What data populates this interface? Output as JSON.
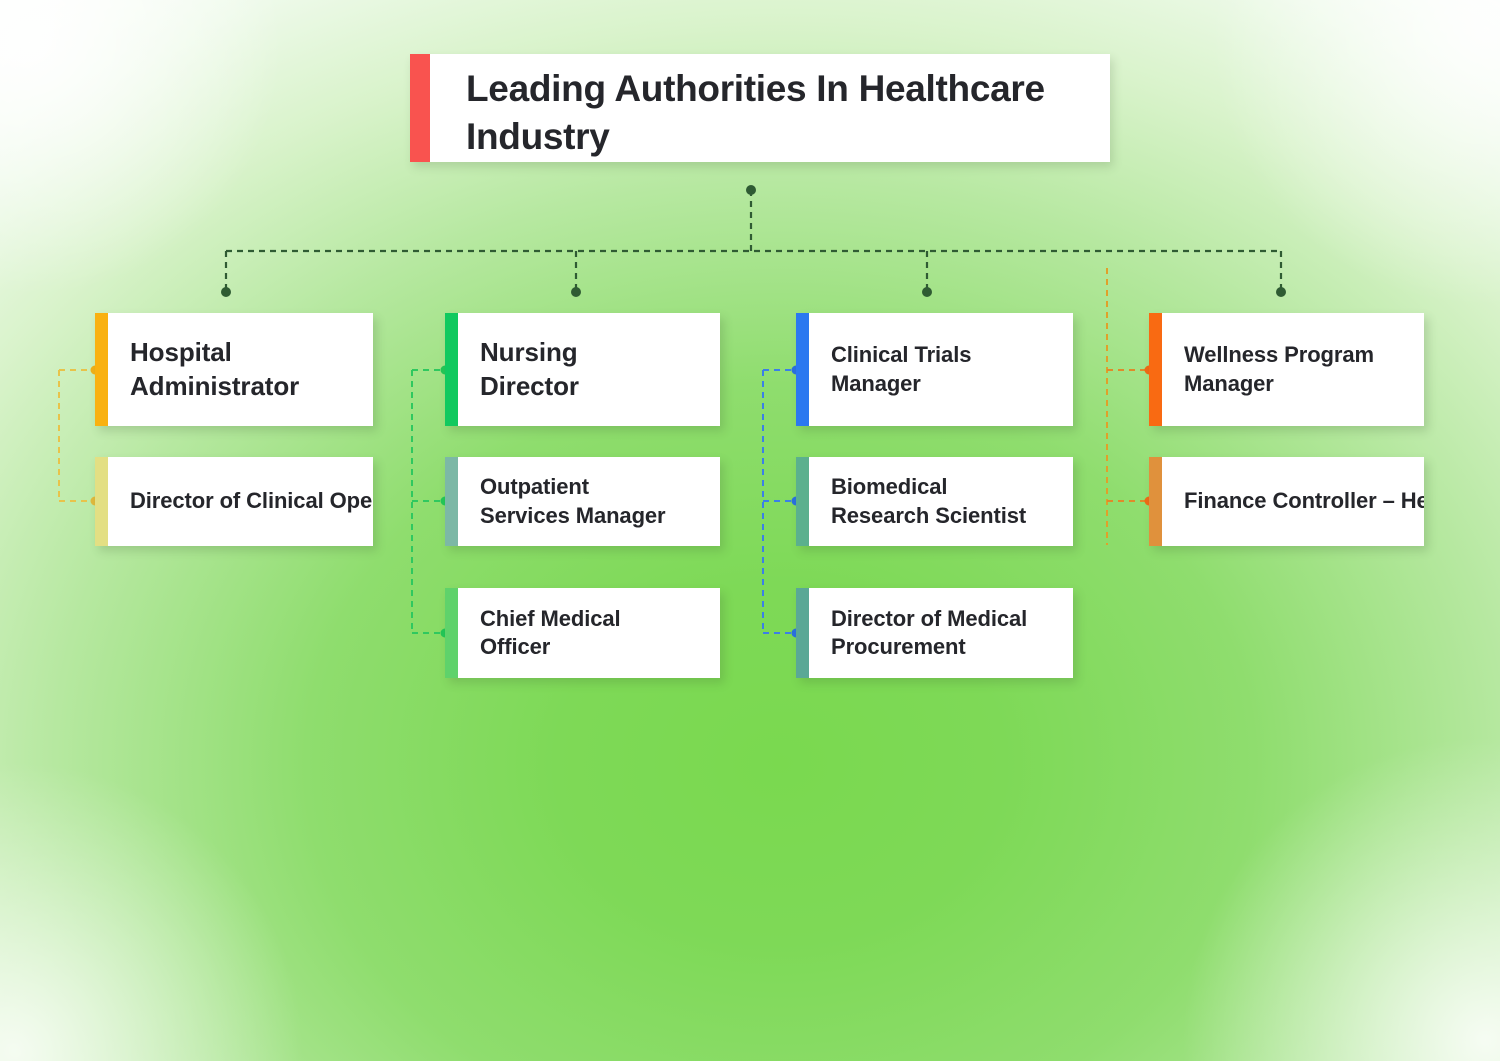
{
  "title": {
    "text": "Leading Authorities In Healthcare Industry",
    "accent_color": "#f9534f"
  },
  "theme": {
    "background_center": "#7ed957",
    "background_edge": "#fbfefb",
    "card_background": "#ffffff",
    "text_color": "#25262b"
  },
  "columns": [
    {
      "id": "column-1",
      "connector_color": "#e8c34a",
      "nodes": [
        {
          "label": "Hospital\nAdministrator",
          "accent_color": "#f9b111",
          "dot_color": "#f0b01a"
        },
        {
          "label": "Director of Clinical\nOperations",
          "accent_color": "#e3df83",
          "dot_color": "#e0b93c"
        }
      ]
    },
    {
      "id": "column-2",
      "connector_color": "#2fc85f",
      "nodes": [
        {
          "label": "Nursing\nDirector",
          "accent_color": "#11c95f",
          "dot_color": "#23c757"
        },
        {
          "label": "Outpatient\nServices Manager",
          "accent_color": "#7cb8a6",
          "dot_color": "#23c757"
        },
        {
          "label": "Chief Medical\nOfficer",
          "accent_color": "#5fd26b",
          "dot_color": "#23c757"
        }
      ]
    },
    {
      "id": "column-3",
      "connector_color": "#3b7fe8",
      "nodes": [
        {
          "label": "Clinical Trials\nManager",
          "accent_color": "#2b78f0",
          "dot_color": "#2b6fe0"
        },
        {
          "label": "Biomedical\nResearch Scientist",
          "accent_color": "#5bb08e",
          "dot_color": "#2b6fe0"
        },
        {
          "label": "Director of Medical\nProcurement",
          "accent_color": "#5aa896",
          "dot_color": "#2b6fe0"
        }
      ]
    },
    {
      "id": "column-4",
      "connector_color": "#e08a2a",
      "nodes": [
        {
          "label": "Wellness Program\nManager",
          "accent_color": "#f96a12",
          "dot_color": "#ef6a16"
        },
        {
          "label": "Finance Controller –\nHealthcare",
          "accent_color": "#e0913c",
          "dot_color": "#ef6a16"
        }
      ]
    }
  ],
  "connectors": {
    "trunk_color": "#2f5b33",
    "bus_label": "horizontal-distribution-bus"
  }
}
